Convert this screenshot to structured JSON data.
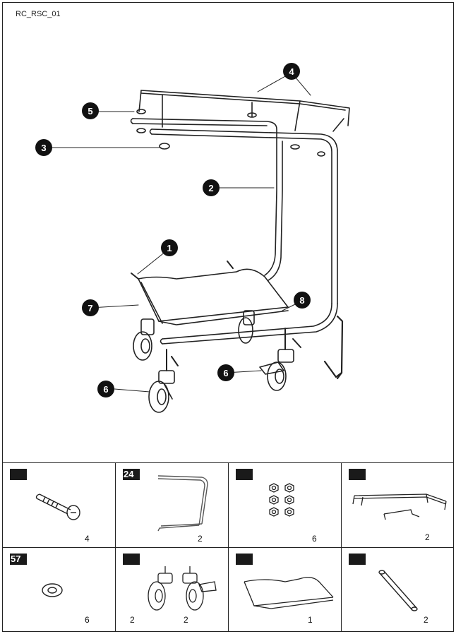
{
  "code": "RC_RSC_01",
  "callouts": [
    "1",
    "2",
    "3",
    "4",
    "5",
    "6",
    "6",
    "7",
    "8"
  ],
  "parts": [
    {
      "badge": "",
      "qty": [
        "4"
      ],
      "icon": "screw-icon"
    },
    {
      "badge": "24",
      "qty": [
        "2"
      ],
      "icon": "u-frame-icon"
    },
    {
      "badge": "",
      "qty": [
        "6"
      ],
      "icon": "nuts-icon"
    },
    {
      "badge": "",
      "qty": [
        "2"
      ],
      "icon": "top-tray-icon"
    },
    {
      "badge": "57",
      "qty": [
        "6"
      ],
      "icon": "washer-icon"
    },
    {
      "badge": "",
      "qty": [
        "2",
        "2"
      ],
      "icon": "casters-icon"
    },
    {
      "badge": "",
      "qty": [
        "1"
      ],
      "icon": "bottom-tray-icon"
    },
    {
      "badge": "",
      "qty": [
        "2"
      ],
      "icon": "rod-icon"
    }
  ]
}
